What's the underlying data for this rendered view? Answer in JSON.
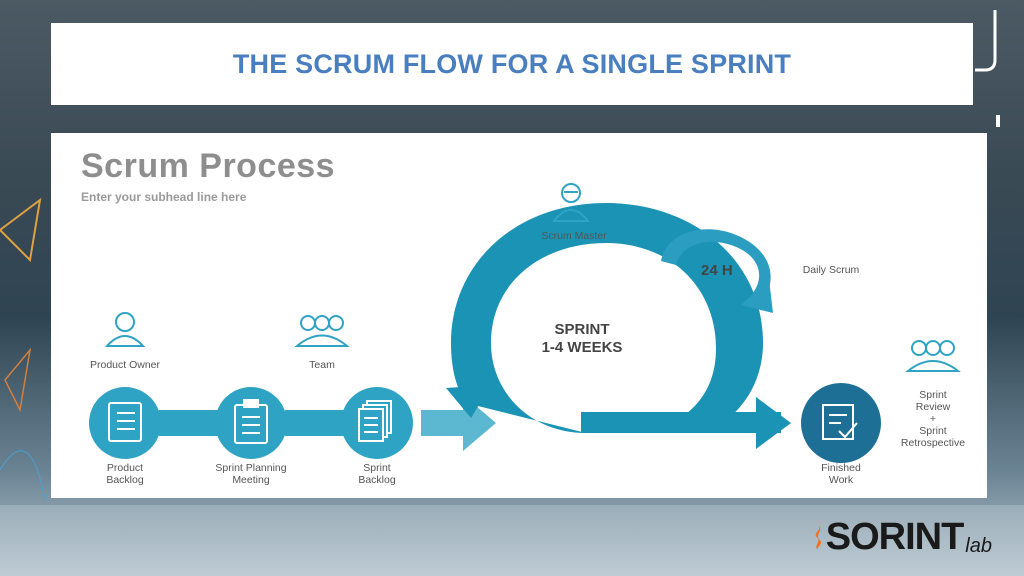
{
  "slide": {
    "title": "THE SCRUM FLOW FOR A SINGLE SPRINT"
  },
  "panel": {
    "heading": "Scrum Process",
    "subheading": "Enter your subhead line here"
  },
  "roles": {
    "product_owner": "Product Owner",
    "team": "Team",
    "scrum_master": "Scrum Master",
    "review_1": "Sprint",
    "review_2": "Review",
    "review_3": "+",
    "review_4": "Sprint",
    "review_5": "Retrospective"
  },
  "steps": {
    "product_backlog_1": "Product",
    "product_backlog_2": "Backlog",
    "sprint_planning_1": "Sprint Planning",
    "sprint_planning_2": "Meeting",
    "sprint_backlog_1": "Sprint",
    "sprint_backlog_2": "Backlog",
    "finished_1": "Finished",
    "finished_2": "Work"
  },
  "cycle": {
    "sprint_1": "SPRINT",
    "sprint_2": "1-4 WEEKS",
    "hours": "24 H",
    "daily": "Daily Scrum"
  },
  "logo": {
    "word": "SORINT",
    "suffix": "lab"
  },
  "colors": {
    "accent": "#1a93b5",
    "circle": "#2c9fc2",
    "title": "#4a7fbf",
    "dark_circle": "#1d6f95"
  }
}
